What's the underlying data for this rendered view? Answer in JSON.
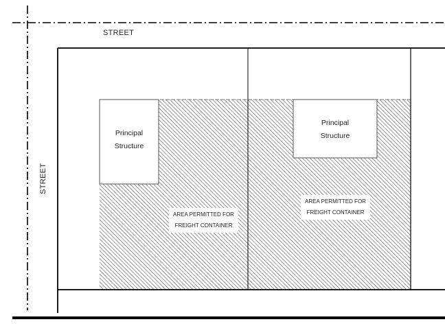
{
  "labels": {
    "street_top": "STREET",
    "street_left": "STREET",
    "principal_structure_left": [
      "Principal",
      "Structure"
    ],
    "principal_structure_right": [
      "Principal",
      "Structure"
    ],
    "area_left": [
      "AREA PERMITTED FOR",
      "FREIGHT CONTAINER"
    ],
    "area_right": [
      "AREA PERMITTED FOR",
      "FREIGHT CONTAINER"
    ]
  },
  "colors": {
    "line": "#000000",
    "hatch": "#555555"
  }
}
